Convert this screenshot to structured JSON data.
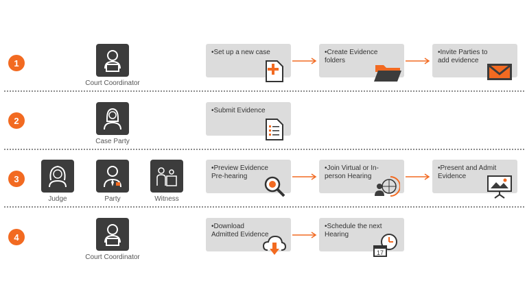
{
  "colors": {
    "accent": "#f26a21",
    "icon_dark": "#3c3c3c",
    "card_bg": "#dcdcdc"
  },
  "steps": [
    {
      "number": "1",
      "roles": [
        {
          "label": "Court Coordinator",
          "icon": "computer-user-icon"
        }
      ],
      "cards": [
        {
          "text": "Set up a new case",
          "icon": "new-document-icon"
        },
        {
          "text": "Create Evidence folders",
          "icon": "folder-icon"
        },
        {
          "text": "Invite Parties to add evidence",
          "icon": "envelope-icon"
        }
      ]
    },
    {
      "number": "2",
      "roles": [
        {
          "label": "Case Party",
          "icon": "woman-user-icon"
        }
      ],
      "cards": [
        {
          "text": "Submit Evidence",
          "icon": "checklist-document-icon"
        }
      ]
    },
    {
      "number": "3",
      "roles": [
        {
          "label": "Judge",
          "icon": "judge-icon"
        },
        {
          "label": "Party",
          "icon": "man-tie-icon"
        },
        {
          "label": "Witness",
          "icon": "witness-stand-icon"
        }
      ],
      "cards": [
        {
          "text": "Preview Evidence Pre-hearing",
          "icon": "magnifier-icon"
        },
        {
          "text": "Join Virtual or In-person Hearing",
          "icon": "virtual-hearing-icon"
        },
        {
          "text": "Present and Admit Evidence",
          "icon": "presentation-icon"
        }
      ]
    },
    {
      "number": "4",
      "roles": [
        {
          "label": "Court Coordinator",
          "icon": "computer-user-icon"
        }
      ],
      "cards": [
        {
          "text": "Download Admitted Evidence",
          "icon": "cloud-download-icon"
        },
        {
          "text": "Schedule the next Hearing",
          "icon": "calendar-clock-icon"
        }
      ],
      "calendar_day": "17"
    }
  ]
}
